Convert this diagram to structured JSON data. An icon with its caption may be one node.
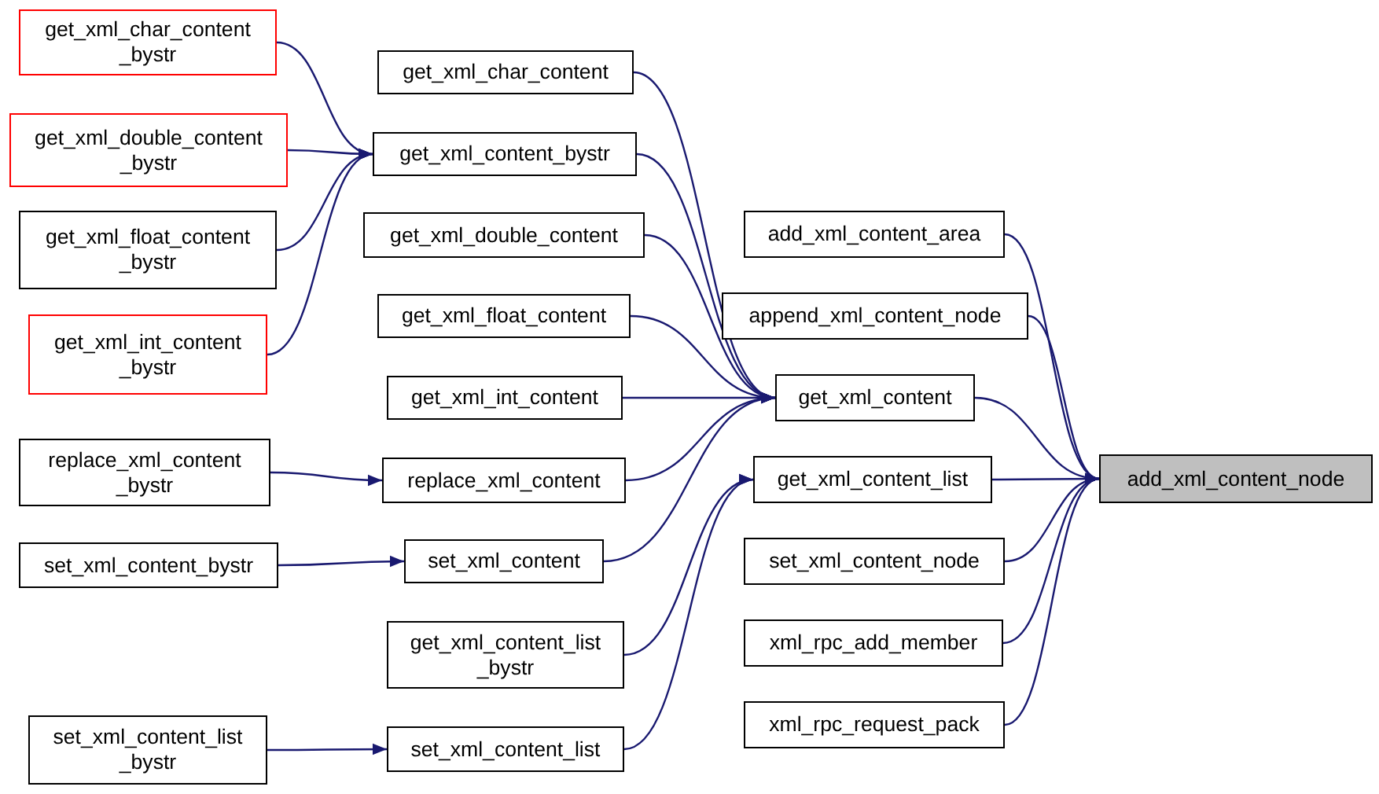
{
  "diagram": {
    "nodes": [
      {
        "text": [
          "add_xml_content_node"
        ]
      },
      {
        "text": [
          "add_xml_content_area"
        ]
      },
      {
        "text": [
          "append_xml_content_node"
        ]
      },
      {
        "text": [
          "get_xml_content"
        ]
      },
      {
        "text": [
          "get_xml_content_list"
        ]
      },
      {
        "text": [
          "set_xml_content_node"
        ]
      },
      {
        "text": [
          "xml_rpc_add_member"
        ]
      },
      {
        "text": [
          "xml_rpc_request_pack"
        ]
      },
      {
        "text": [
          "get_xml_char_content"
        ]
      },
      {
        "text": [
          "get_xml_content_bystr"
        ]
      },
      {
        "text": [
          "get_xml_double_content"
        ]
      },
      {
        "text": [
          "get_xml_float_content"
        ]
      },
      {
        "text": [
          "get_xml_int_content"
        ]
      },
      {
        "text": [
          "replace_xml_content"
        ]
      },
      {
        "text": [
          "set_xml_content"
        ]
      },
      {
        "text": [
          "get_xml_content_list _bystr"
        ]
      },
      {
        "text": [
          "set_xml_content_list"
        ]
      },
      {
        "text": [
          "get_xml_char_content _bystr"
        ]
      },
      {
        "text": [
          "get_xml_double_content _bystr"
        ]
      },
      {
        "text": [
          "get_xml_float_content _bystr"
        ]
      },
      {
        "text": [
          "get_xml_int_content _bystr"
        ]
      },
      {
        "text": [
          "replace_xml_content _bystr"
        ]
      },
      {
        "text": [
          "set_xml_content_bystr"
        ]
      },
      {
        "text": [
          "set_xml_content_list _bystr"
        ]
      }
    ],
    "edges": [
      {
        "from": 1,
        "to": 0,
        "arrow": "to"
      },
      {
        "from": 2,
        "to": 0,
        "arrow": "to"
      },
      {
        "from": 3,
        "to": 0,
        "arrow": "to"
      },
      {
        "from": 4,
        "to": 0,
        "arrow": "to"
      },
      {
        "from": 5,
        "to": 0,
        "arrow": "to"
      },
      {
        "from": 6,
        "to": 0,
        "arrow": "to"
      },
      {
        "from": 7,
        "to": 0,
        "arrow": "to"
      },
      {
        "from": 8,
        "to": 3,
        "arrow": "to"
      },
      {
        "from": 9,
        "to": 3,
        "arrow": "to"
      },
      {
        "from": 10,
        "to": 3,
        "arrow": "to"
      },
      {
        "from": 11,
        "to": 3,
        "arrow": "to"
      },
      {
        "from": 12,
        "to": 3,
        "arrow": "to"
      },
      {
        "from": 13,
        "to": 3,
        "arrow": "to"
      },
      {
        "from": 14,
        "to": 3,
        "arrow": "to"
      },
      {
        "from": 15,
        "to": 4,
        "arrow": "to"
      },
      {
        "from": 16,
        "to": 4,
        "arrow": "to"
      },
      {
        "from": 17,
        "to": 9,
        "arrow": "to"
      },
      {
        "from": 18,
        "to": 9,
        "arrow": "to"
      },
      {
        "from": 19,
        "to": 9,
        "arrow": "to"
      },
      {
        "from": 20,
        "to": 9,
        "arrow": "to"
      },
      {
        "from": 21,
        "to": 13,
        "arrow": "to"
      },
      {
        "from": 22,
        "to": 14,
        "arrow": "to"
      },
      {
        "from": 23,
        "to": 16,
        "arrow": "to"
      }
    ]
  }
}
